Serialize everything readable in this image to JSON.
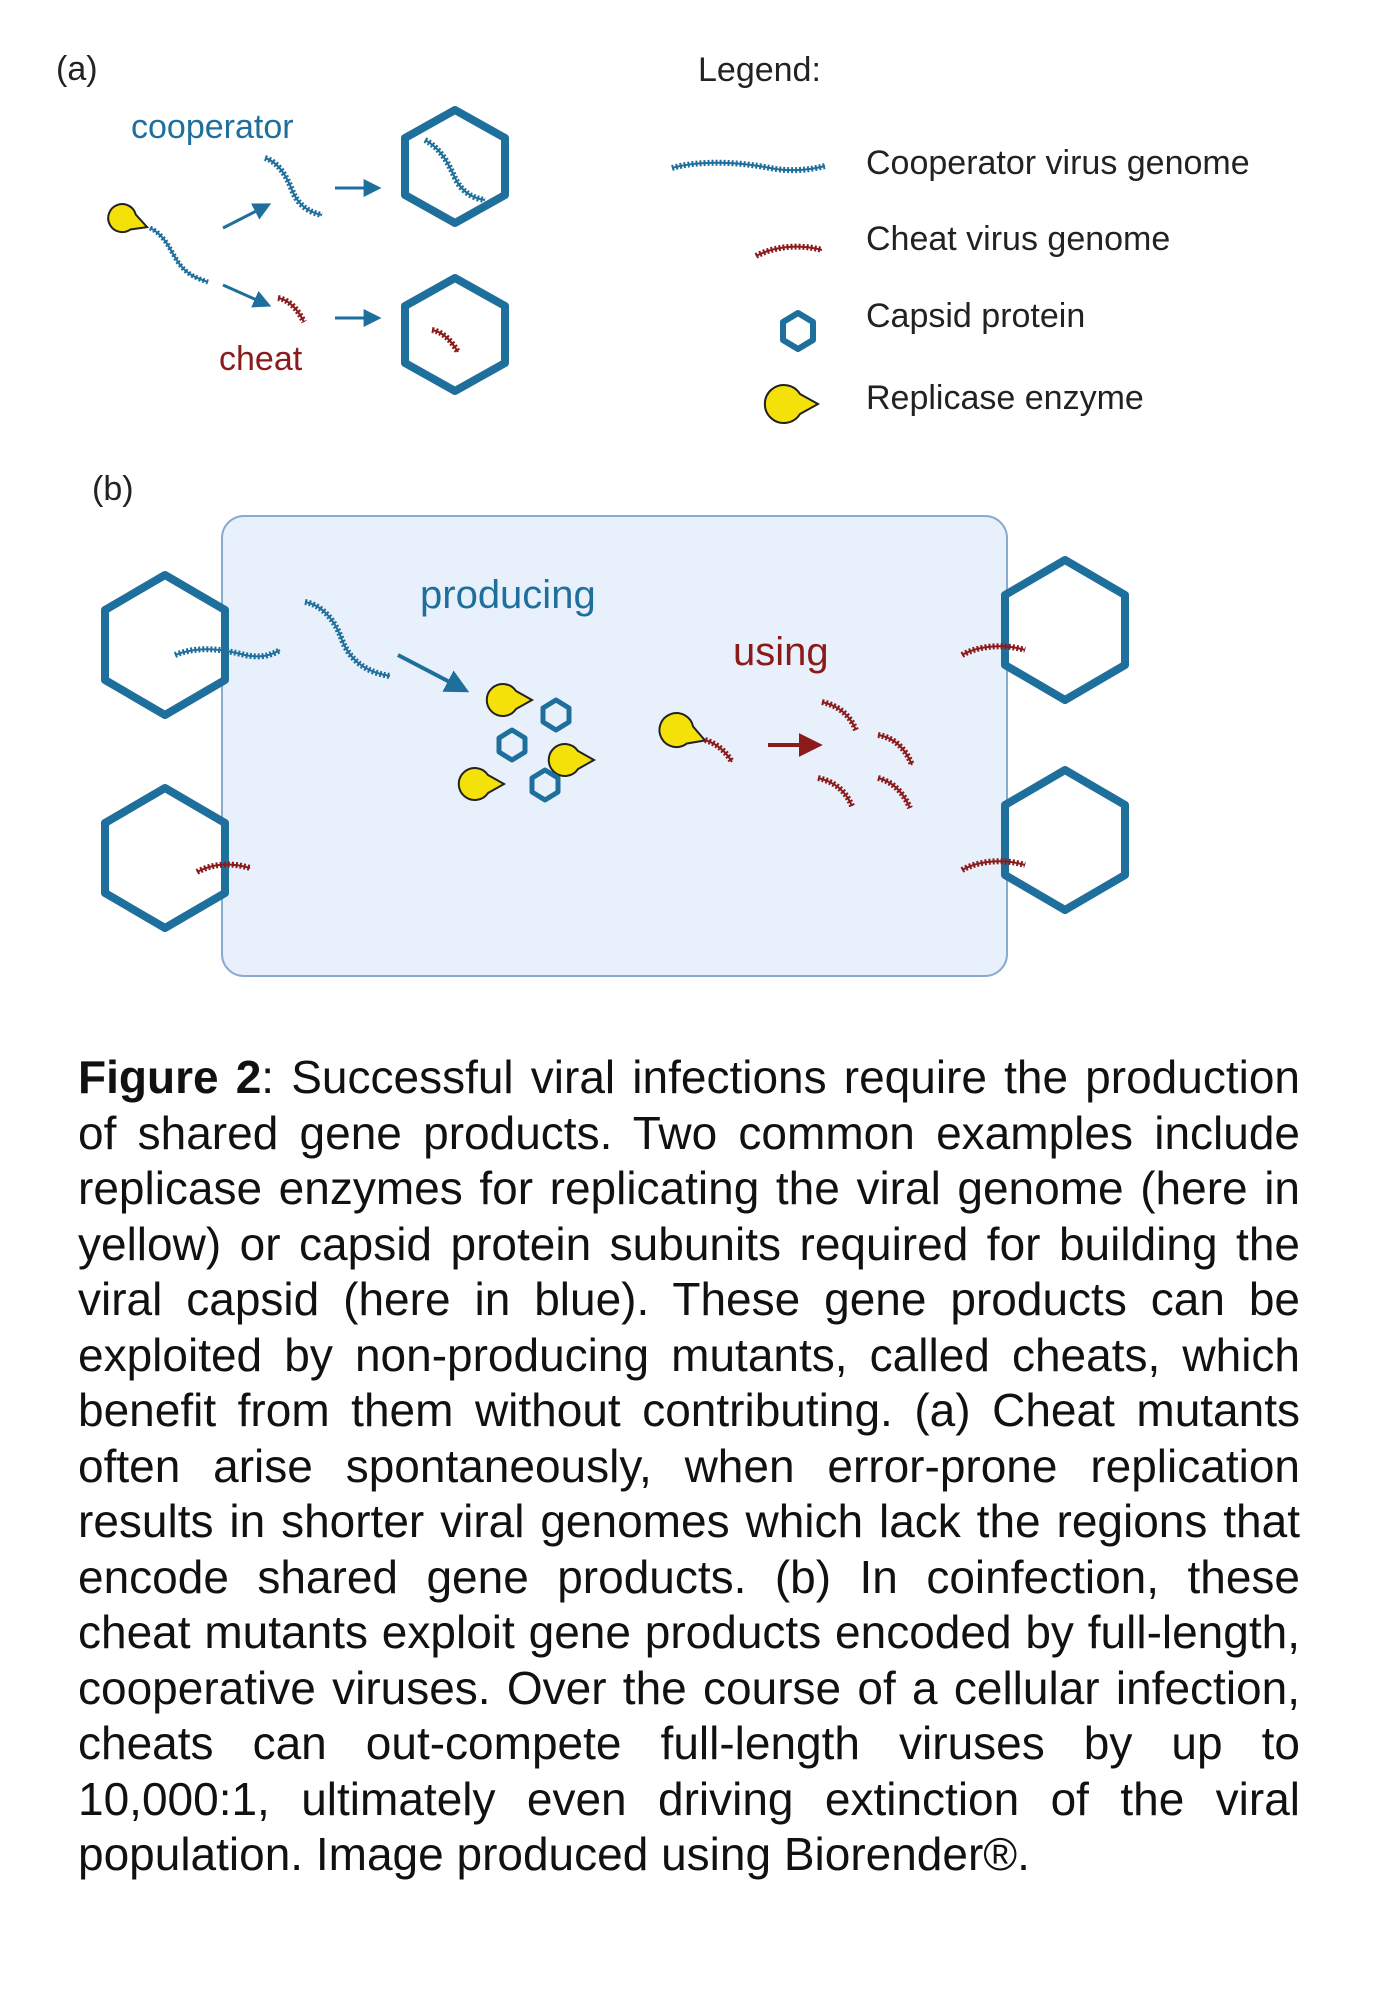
{
  "panels": {
    "a_label": "(a)",
    "b_label": "(b)"
  },
  "legend": {
    "title": "Legend:",
    "items": [
      {
        "label": "Cooperator virus genome",
        "icon": "cooperator-genome-icon",
        "color": "#1f6f9c"
      },
      {
        "label": "Cheat virus genome",
        "icon": "cheat-genome-icon",
        "color": "#8b1a1a"
      },
      {
        "label": "Capsid protein",
        "icon": "capsid-protein-icon",
        "color": "#1f6f9c"
      },
      {
        "label": "Replicase enzyme",
        "icon": "replicase-enzyme-icon",
        "color": "#f5e10a"
      }
    ]
  },
  "panel_a": {
    "cooperator_label": "cooperator",
    "cheat_label": "cheat"
  },
  "panel_b": {
    "producing_label": "producing",
    "using_label": "using",
    "cell_fill": "#e8f0fb",
    "cell_border": "#8aaad0"
  },
  "colors": {
    "cooperator": "#1f6f9c",
    "cheat": "#8b1a1a",
    "replicase": "#f5e10a"
  },
  "caption": {
    "figure_label": "Figure 2",
    "text": ":   Successful viral   infections   require   the production of shared gene products. Two common examples include replicase enzymes for replicating the viral genome (here in yellow) or capsid protein subunits required for building the viral capsid (here in blue). These gene products can be exploited by non-producing mutants, called cheats, which benefit from them without contributing. (a) Cheat mutants often arise spontaneously, when error-prone replication results in shorter viral genomes which lack the regions that encode shared gene products. (b) In coinfection, these cheat mutants exploit gene products encoded by full-length, cooperative viruses. Over the course of a cellular infection, cheats can out-compete full-length viruses by up to 10,000:1, ultimately even driving extinction of the viral population. Image produced using Biorender®."
  }
}
